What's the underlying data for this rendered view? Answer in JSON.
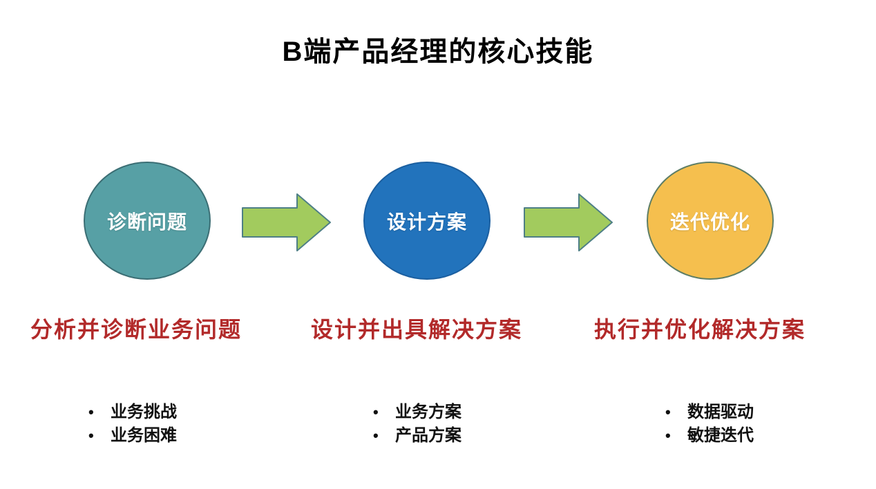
{
  "title": "B端产品经理的核心技能",
  "steps": [
    {
      "circle_label": "诊断问题",
      "circle_fill": "#57A0A5",
      "circle_border": "#3B6E74",
      "heading": "分析并诊断业务问题",
      "bullets": [
        "业务挑战",
        "业务困难"
      ]
    },
    {
      "circle_label": "设计方案",
      "circle_fill": "#2273BC",
      "circle_border": "#1B5FA0",
      "heading": "设计并出具解决方案",
      "bullets": [
        "业务方案",
        "产品方案"
      ]
    },
    {
      "circle_label": "迭代优化",
      "circle_fill": "#F5BF4E",
      "circle_border": "#5E7E66",
      "heading": "执行并优化解决方案",
      "bullets": [
        "数据驱动",
        "敏捷迭代"
      ]
    }
  ],
  "arrow": {
    "fill": "#A2CB5E",
    "border": "#4E7F86"
  },
  "colors": {
    "heading_red": "#B22A2A",
    "title_black": "#000000",
    "body_black": "#111111",
    "background": "#FFFFFF"
  }
}
